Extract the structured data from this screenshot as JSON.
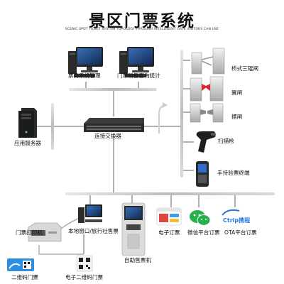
{
  "title": "景区门票系统",
  "subtitle": "SCENIC SPOT TICKET SYSTEM TOPOLOGY THROUGH INTELLIGENT GATE VISITORS CAN USE",
  "nodes": {
    "ticket_mgmt": "票务系统管理",
    "sales_stats": "门票销售查询统计",
    "switch": "连接交换器",
    "app_server": "应用服务器",
    "bridge_gate": "桥式三辊闸",
    "wing_gate": "翼闸",
    "swing_gate": "摆闸",
    "scanner": "扫描枪",
    "handheld": "手持验票终端",
    "ticket_printer": "门票打印机",
    "local_window": "本地窗口/旅行社售票",
    "kiosk": "自助售票机",
    "online_ticket": "电子订票",
    "wechat_ticket": "微信平台订票",
    "ota_ticket": "OTA平台订票",
    "qr_ticket": "二维码门票",
    "e_qr_ticket": "电子二维码门票"
  },
  "logos": {
    "ctrip": "Ctrip 携程",
    "ticket_art": "门票"
  },
  "icons": [
    "monitor-icon",
    "switch-icon",
    "server-icon",
    "turnstile-icon",
    "wing-gate-icon",
    "swing-gate-icon",
    "scanner-gun-icon",
    "handheld-terminal-icon",
    "printer-icon",
    "kiosk-icon",
    "browser-icon",
    "wechat-icon",
    "ctrip-icon",
    "ticket-icon",
    "qr-code-icon"
  ],
  "colors": {
    "line": "#c8c8c8",
    "accent_red": "#d7282f",
    "wechat_green": "#29b04a",
    "ctrip_blue": "#2577d8"
  }
}
